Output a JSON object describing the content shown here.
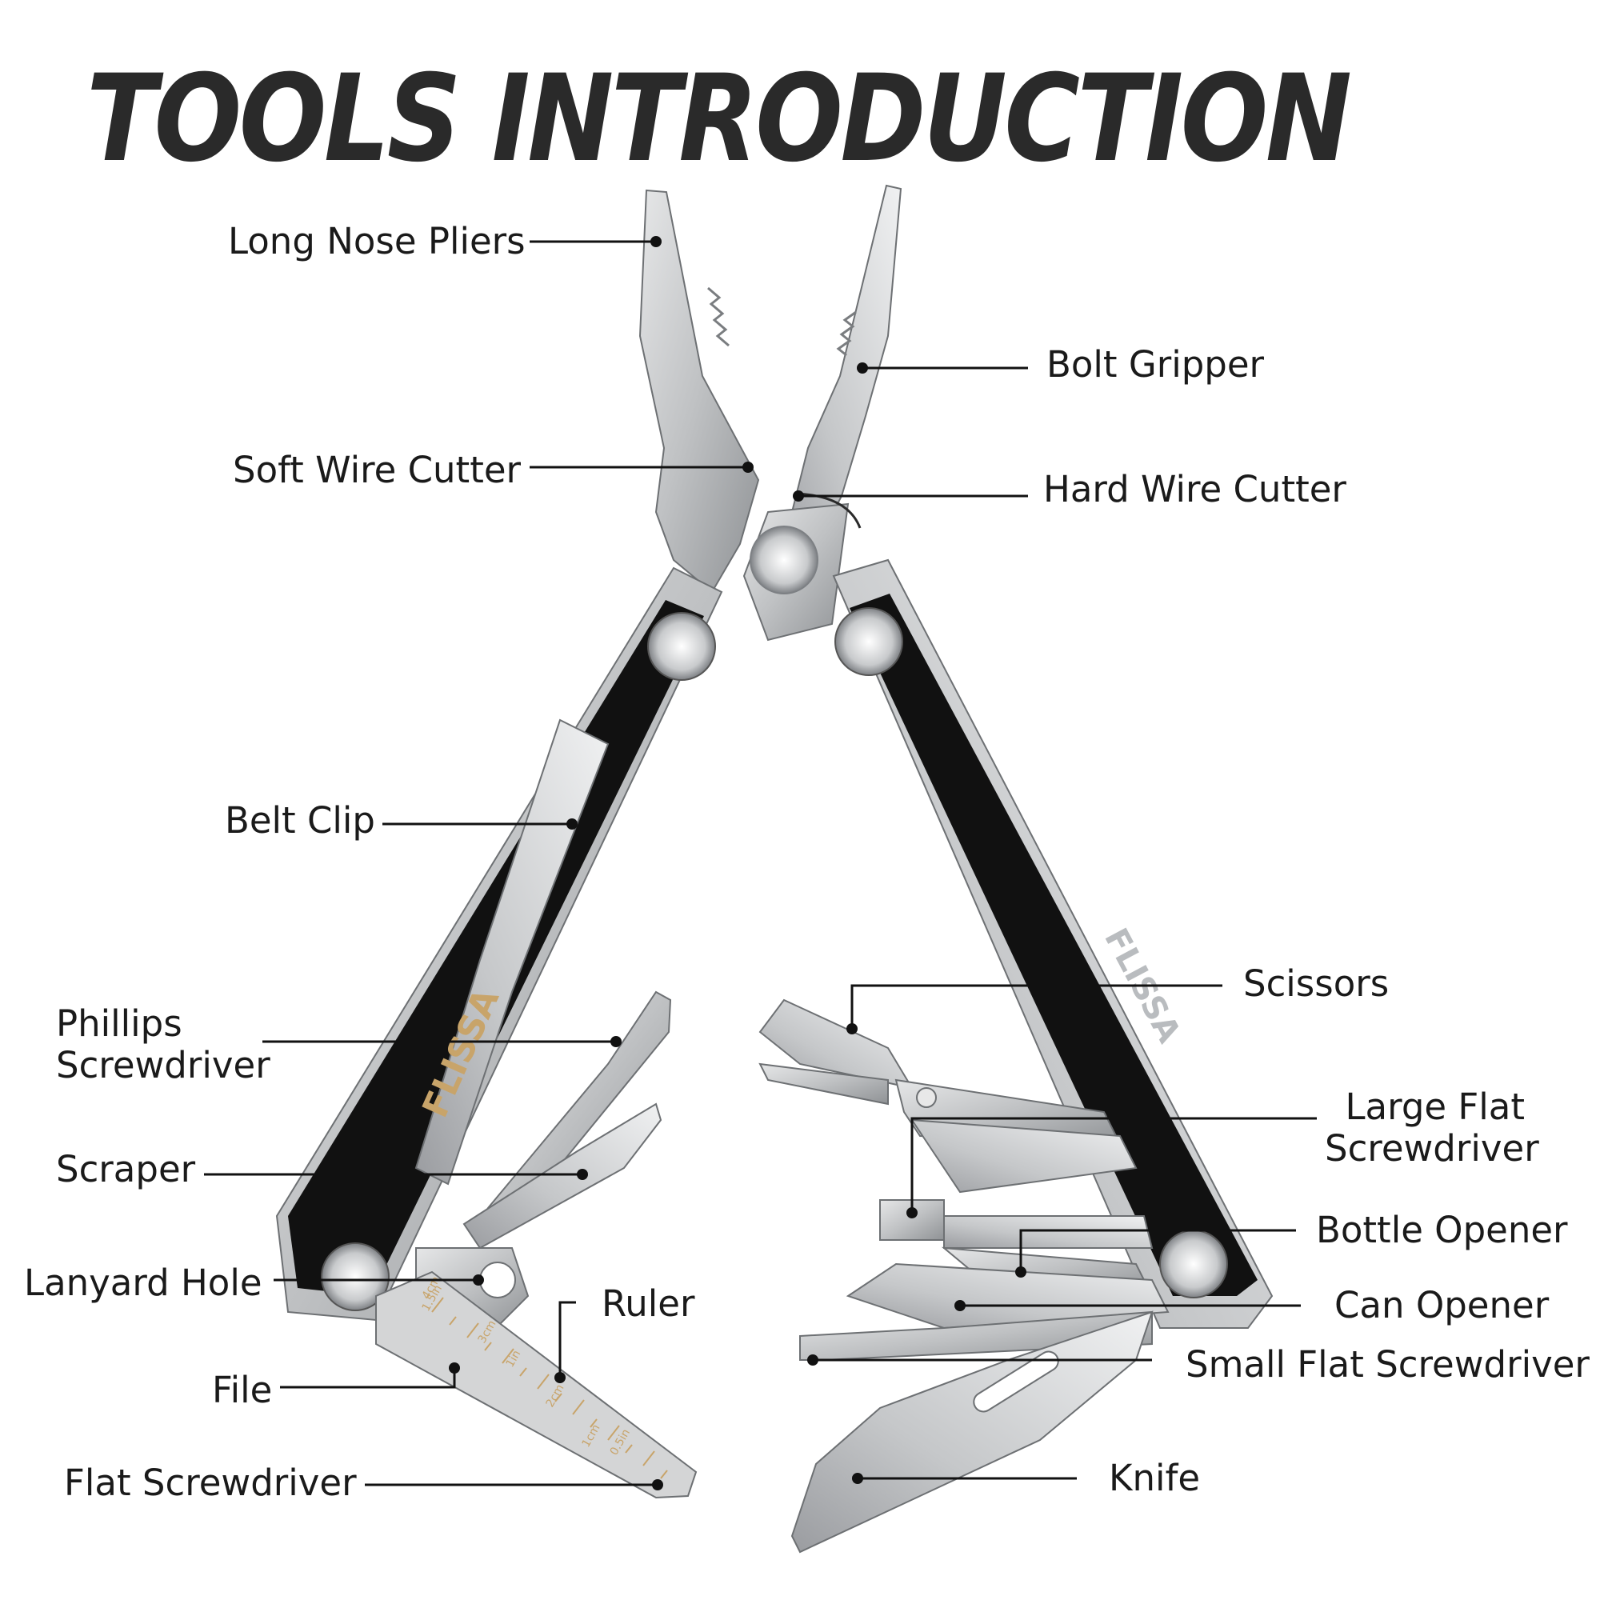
{
  "title": "TOOLS INTRODUCTION",
  "brand": "FLISSA",
  "ruler_marks": [
    "0.5in",
    "1in",
    "1.5in",
    "1cm",
    "2cm",
    "3cm",
    "4cm"
  ],
  "labels": {
    "long_nose_pliers": "Long Nose Pliers",
    "bolt_gripper": "Bolt Gripper",
    "soft_wire_cutter": "Soft Wire Cutter",
    "hard_wire_cutter": "Hard Wire Cutter",
    "belt_clip": "Belt Clip",
    "phillips_screwdriver": [
      "Phillips",
      "Screwdriver"
    ],
    "scraper": "Scraper",
    "lanyard_hole": "Lanyard Hole",
    "file": "File",
    "ruler": "Ruler",
    "flat_screwdriver": "Flat Screwdriver",
    "scissors": "Scissors",
    "large_flat_screwdriver": [
      "Large Flat",
      "Screwdriver"
    ],
    "bottle_opener": "Bottle Opener",
    "can_opener": "Can Opener",
    "small_flat_screwdriver": "Small Flat Screwdriver",
    "knife": "Knife"
  },
  "colors": {
    "steel": "#c9cbcd",
    "steel_dark": "#9a9da0",
    "handle": "#111111",
    "ink": "#1a1a1a",
    "engraving": "#c8a46a"
  }
}
